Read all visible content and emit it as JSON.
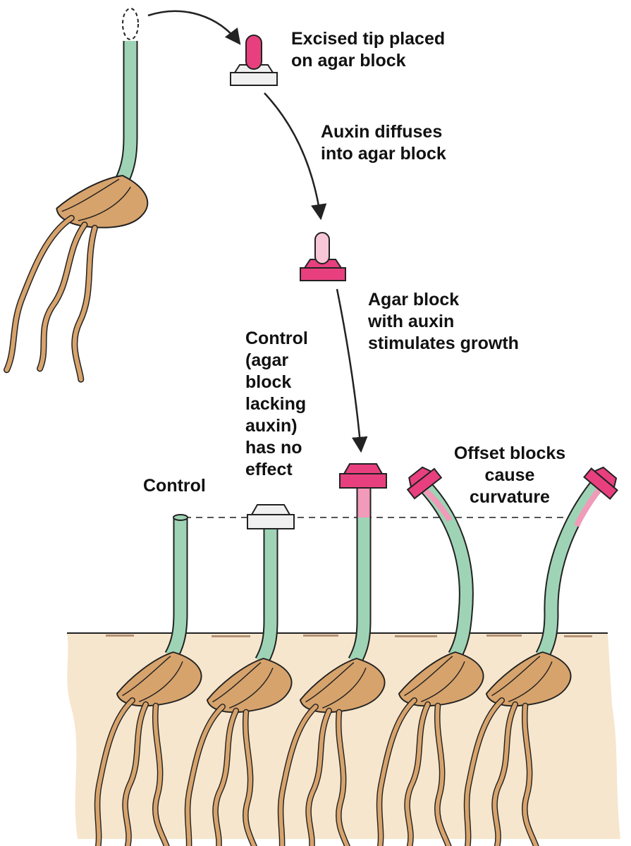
{
  "labels": {
    "excised_tip": "Excised tip placed\non agar block",
    "auxin_diffuses": "Auxin diffuses\ninto agar block",
    "agar_with_auxin": "Agar block\nwith auxin\nstimulates growth",
    "control_agar": "Control\n(agar\nblock\nlacking\nauxin)\nhas no\neffect",
    "control": "Control",
    "offset_blocks": "Offset blocks\ncause\ncurvature"
  },
  "colors": {
    "stem": "#9ed4b5",
    "seed": "#d7a36c",
    "soil": "#f6e6cd",
    "block_auxin": "#e8407f",
    "block_auxin_light": "#f29ab9",
    "block_plain": "#f0f0f0",
    "outline": "#222222"
  }
}
